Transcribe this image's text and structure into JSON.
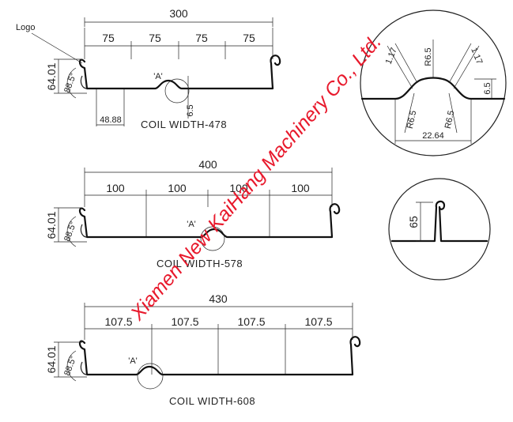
{
  "logo_label": "Logo",
  "profiles": [
    {
      "overall": "300",
      "pitches": [
        "75",
        "75",
        "75",
        "75"
      ],
      "height": "64.01",
      "angle": "88.5°",
      "detail_ref": "'A'",
      "rib_depth": "6.5",
      "bottom_width": "48.88",
      "coil_label": "COIL WIDTH-478"
    },
    {
      "overall": "400",
      "pitches": [
        "100",
        "100",
        "100",
        "100"
      ],
      "height": "64.01",
      "angle": "88.5°",
      "detail_ref": "'A'",
      "coil_label": "COIL WIDTH-578"
    },
    {
      "overall": "430",
      "pitches": [
        "107.5",
        "107.5",
        "107.5",
        "107.5"
      ],
      "height": "64.01",
      "angle": "88.5°",
      "detail_ref": "'A'",
      "coil_label": "COIL WIDTH-608"
    }
  ],
  "detail_a": {
    "left_slope": "1.17",
    "top_radius": "R6.5",
    "right_slope": "1.17",
    "right_height": "6.5",
    "lower_radius_left": "R6.5",
    "lower_radius_right": "R6.5",
    "base_width": "22.64"
  },
  "seam_detail": {
    "height": "65"
  },
  "watermark": "Xiamen New KaiHang Machinery Co., Ltd."
}
